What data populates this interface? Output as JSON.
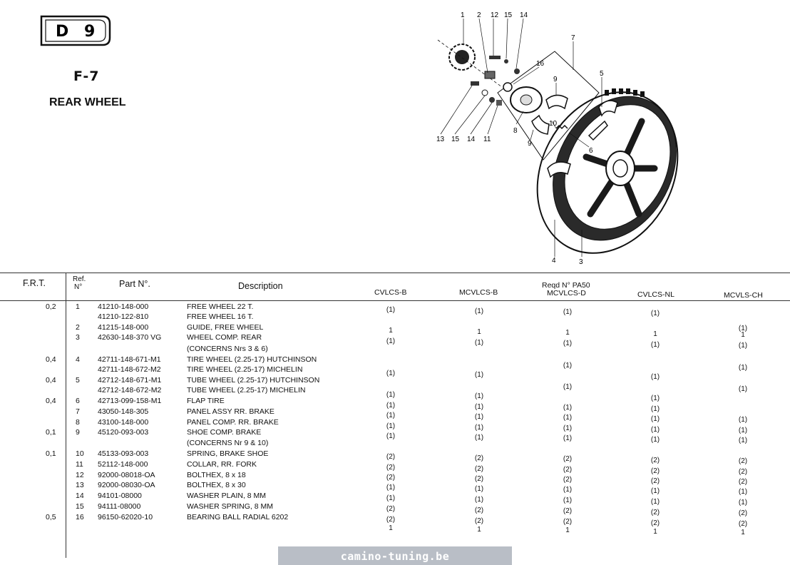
{
  "badge": {
    "letter": "D",
    "number": "9"
  },
  "section": {
    "code": "F-7",
    "title": "REAR WHEEL"
  },
  "diagram_callouts": {
    "top": [
      "1",
      "2",
      "15",
      "14",
      "12",
      "7"
    ],
    "labels": [
      "16",
      "9",
      "5",
      "8",
      "10",
      "9",
      "6",
      "13",
      "15",
      "14",
      "11",
      "4",
      "3"
    ]
  },
  "table": {
    "headers": {
      "frt": "F.R.T.",
      "ref": "Ref.\nN°",
      "ref_line1": "Ref.",
      "ref_line2": "N°",
      "part": "Part N°.",
      "desc": "Description",
      "reqd": "Reqd N° PA50",
      "models": [
        "CVLCS-B",
        "MCVLCS-B",
        "MCVLCS-D",
        "CVLCS-NL",
        "MCVLS-CH"
      ]
    },
    "rows": [
      {
        "frt": "0,2",
        "ref": "1",
        "part": "41210-148-000",
        "desc": "FREE WHEEL 22 T."
      },
      {
        "frt": "",
        "ref": "",
        "part": "41210-122-810",
        "desc": "FREE WHEEL 16 T."
      },
      {
        "frt": "",
        "ref": "2",
        "part": "41215-148-000",
        "desc": "GUIDE, FREE WHEEL"
      },
      {
        "frt": "",
        "ref": "3",
        "part": "42630-148-370 VG",
        "desc": "WHEEL COMP. REAR"
      },
      {
        "frt": "",
        "ref": "",
        "part": "",
        "desc": "(CONCERNS Nrs 3 & 6)"
      },
      {
        "frt": "0,4",
        "ref": "4",
        "part": "42711-148-671-M1",
        "desc": "TIRE WHEEL (2.25-17) HUTCHINSON"
      },
      {
        "frt": "",
        "ref": "",
        "part": "42711-148-672-M2",
        "desc": "TIRE WHEEL (2.25-17) MICHELIN"
      },
      {
        "frt": "0,4",
        "ref": "5",
        "part": "42712-148-671-M1",
        "desc": "TUBE WHEEL (2.25-17) HUTCHINSON"
      },
      {
        "frt": "",
        "ref": "",
        "part": "42712-148-672-M2",
        "desc": "TUBE WHEEL (2.25-17) MICHELIN"
      },
      {
        "frt": "0,4",
        "ref": "6",
        "part": "42713-099-158-M1",
        "desc": "FLAP TIRE"
      },
      {
        "frt": "",
        "ref": "7",
        "part": "43050-148-305",
        "desc": "PANEL ASSY RR. BRAKE"
      },
      {
        "frt": "",
        "ref": "8",
        "part": "43100-148-000",
        "desc": "PANEL COMP. RR. BRAKE"
      },
      {
        "frt": "0,1",
        "ref": "9",
        "part": "45120-093-003",
        "desc": "SHOE COMP. BRAKE"
      },
      {
        "frt": "",
        "ref": "",
        "part": "",
        "desc": "(CONCERNS Nr 9 & 10)"
      },
      {
        "frt": "0,1",
        "ref": "10",
        "part": "45133-093-003",
        "desc": "SPRING, BRAKE SHOE"
      },
      {
        "frt": "",
        "ref": "11",
        "part": "52112-148-000",
        "desc": "COLLAR, RR. FORK"
      },
      {
        "frt": "",
        "ref": "12",
        "part": "92000-08018-OA",
        "desc": "BOLTHEX, 8 x 18"
      },
      {
        "frt": "",
        "ref": "13",
        "part": "92000-08030-OA",
        "desc": "BOLTHEX, 8 x 30"
      },
      {
        "frt": "",
        "ref": "14",
        "part": "94101-08000",
        "desc": "WASHER PLAIN, 8 MM"
      },
      {
        "frt": "",
        "ref": "15",
        "part": "94111-08000",
        "desc": "WASHER SPRING, 8 MM"
      },
      {
        "frt": "0,5",
        "ref": "16",
        "part": "96150-62020-10",
        "desc": "BEARING BALL RADIAL 6202"
      }
    ],
    "quantities": [
      {
        "c": [
          "(1)",
          "(1)",
          "(1)",
          "(1)",
          ""
        ]
      },
      {
        "c": [
          "",
          "",
          "",
          "",
          "(1)"
        ]
      },
      {
        "c": [
          "1",
          "1",
          "1",
          "1",
          "1"
        ]
      },
      {
        "c": [
          "(1)",
          "(1)",
          "(1)",
          "(1)",
          "(1)"
        ]
      },
      {
        "c": [
          "",
          "",
          "(1)",
          "",
          "(1)"
        ]
      },
      {
        "c": [
          "(1)",
          "(1)",
          "",
          "(1)",
          ""
        ]
      },
      {
        "c": [
          "",
          "",
          "(1)",
          "",
          "(1)"
        ]
      },
      {
        "c": [
          "(1)",
          "(1)",
          "",
          "(1)",
          ""
        ]
      },
      {
        "c": [
          "(1)",
          "(1)",
          "(1)",
          "(1)",
          ""
        ]
      },
      {
        "c": [
          "(1)",
          "(1)",
          "(1)",
          "(1)",
          "(1)"
        ]
      },
      {
        "c": [
          "(1)",
          "(1)",
          "(1)",
          "(1)",
          "(1)"
        ]
      },
      {
        "c": [
          "(1)",
          "(1)",
          "(1)",
          "(1)",
          "(1)"
        ]
      },
      {
        "c": [
          "(2)",
          "(2)",
          "(2)",
          "(2)",
          "(2)"
        ]
      },
      {
        "c": [
          "(2)",
          "(2)",
          "(2)",
          "(2)",
          "(2)"
        ]
      },
      {
        "c": [
          "(2)",
          "(2)",
          "(2)",
          "(2)",
          "(2)"
        ]
      },
      {
        "c": [
          "(1)",
          "(1)",
          "(1)",
          "(1)",
          "(1)"
        ]
      },
      {
        "c": [
          "(1)",
          "(1)",
          "(1)",
          "(1)",
          "(1)"
        ]
      },
      {
        "c": [
          "(2)",
          "(2)",
          "(2)",
          "(2)",
          "(2)"
        ]
      },
      {
        "c": [
          "(2)",
          "(2)",
          "(2)",
          "(2)",
          "(2)"
        ]
      },
      {
        "c": [
          "1",
          "1",
          "1",
          "1",
          "1"
        ]
      }
    ]
  },
  "footer": {
    "text": "camino-tuning.be"
  }
}
